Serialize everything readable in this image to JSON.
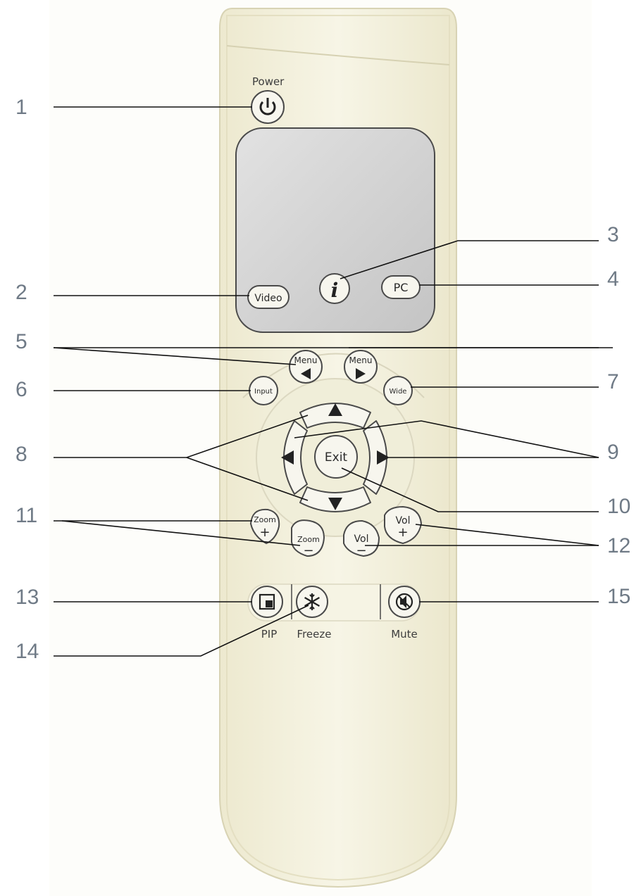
{
  "callouts": [
    "1",
    "2",
    "3",
    "4",
    "5",
    "6",
    "7",
    "8",
    "9",
    "10",
    "11",
    "12",
    "13",
    "14",
    "15"
  ],
  "remote": {
    "power_label": "Power",
    "video_label": "Video",
    "info_label": "i",
    "pc_label": "PC",
    "menu_label": "Menu",
    "input_label": "Input",
    "wide_label": "Wide",
    "exit_label": "Exit",
    "zoom_label": "Zoom",
    "vol_label": "Vol",
    "plus_sign": "+",
    "minus_sign": "−",
    "pip_label": "PIP",
    "freeze_label": "Freeze",
    "mute_label": "Mute"
  },
  "icons": {
    "power": "power-icon",
    "menu_left": "triangle-left-icon",
    "menu_right": "triangle-right-icon",
    "up": "triangle-up-icon",
    "down": "triangle-down-icon",
    "left": "triangle-left-icon",
    "right": "triangle-right-icon",
    "pip": "pip-icon",
    "freeze": "snowflake-icon",
    "mute": "mute-icon"
  },
  "colors": {
    "body": "#f3f1dd",
    "lcd_window": "#cdcdcd",
    "callout_number": "#6f7a86"
  }
}
